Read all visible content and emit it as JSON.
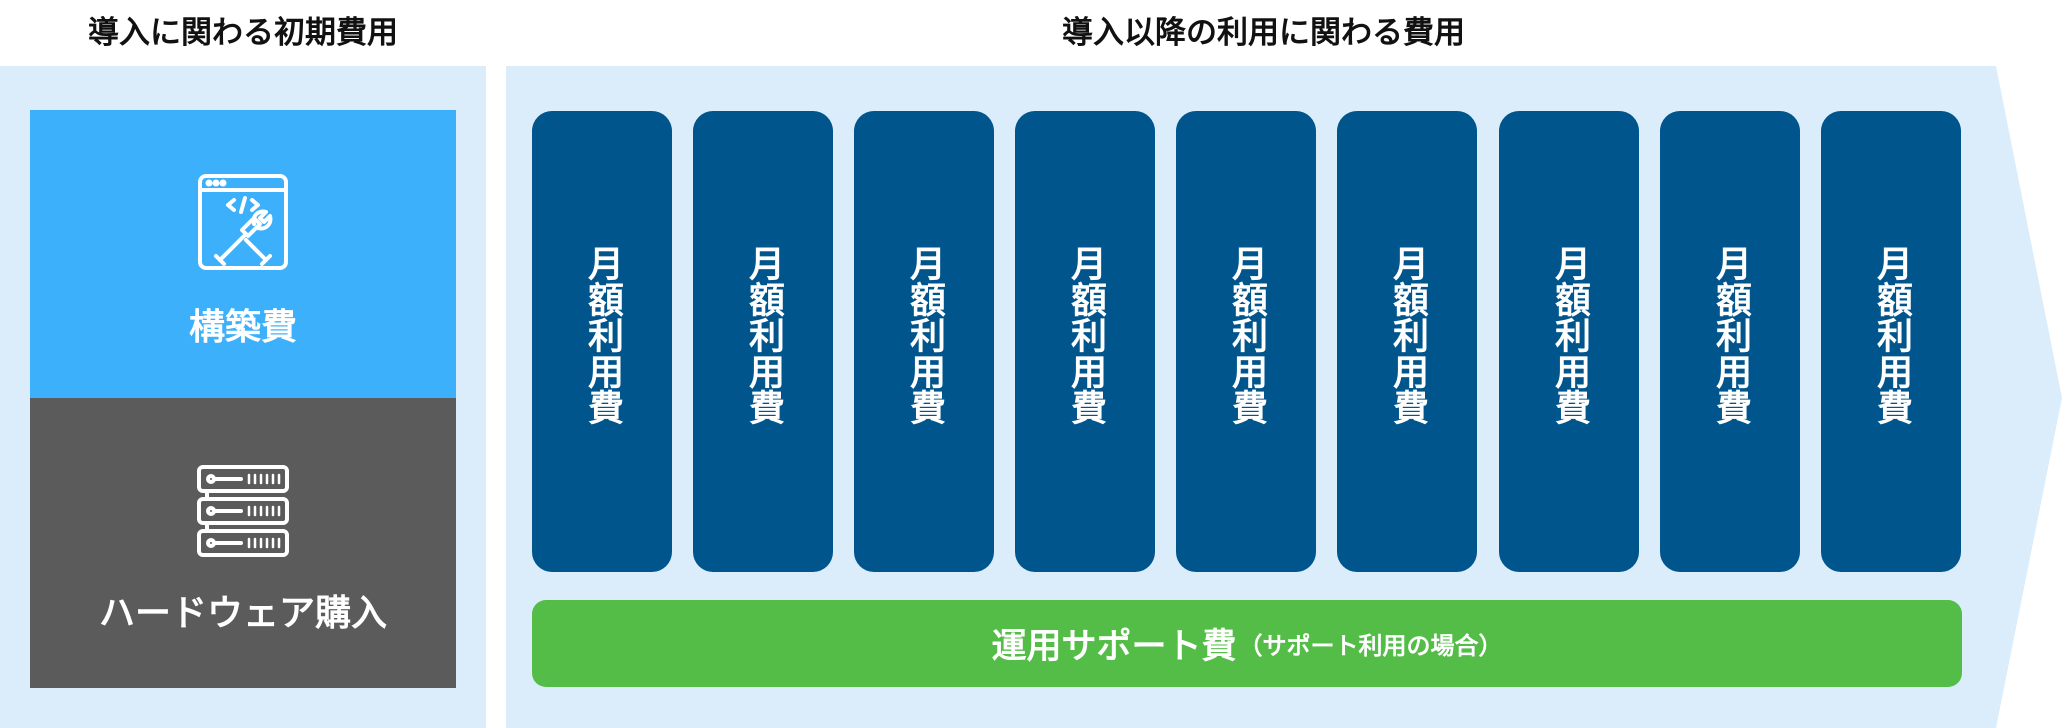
{
  "headings": {
    "initial": "導入に関わる初期費用",
    "ongoing": "導入以降の利用に関わる費用"
  },
  "initial_costs": {
    "construction": {
      "label": "構築費",
      "icon": "web-dev-tools-icon"
    },
    "hardware": {
      "label": "ハードウェア購入",
      "icon": "server-rack-icon"
    }
  },
  "monthly_fees": [
    "月額利用費",
    "月額利用費",
    "月額利用費",
    "月額利用費",
    "月額利用費",
    "月額利用費",
    "月額利用費",
    "月額利用費",
    "月額利用費"
  ],
  "support": {
    "label": "運用サポート費",
    "note": "（サポート利用の場合）"
  },
  "colors": {
    "panel": "#dbedfb",
    "construction": "#3db0fb",
    "hardware": "#5b5b5b",
    "monthly": "#00558c",
    "support": "#53bd47"
  }
}
